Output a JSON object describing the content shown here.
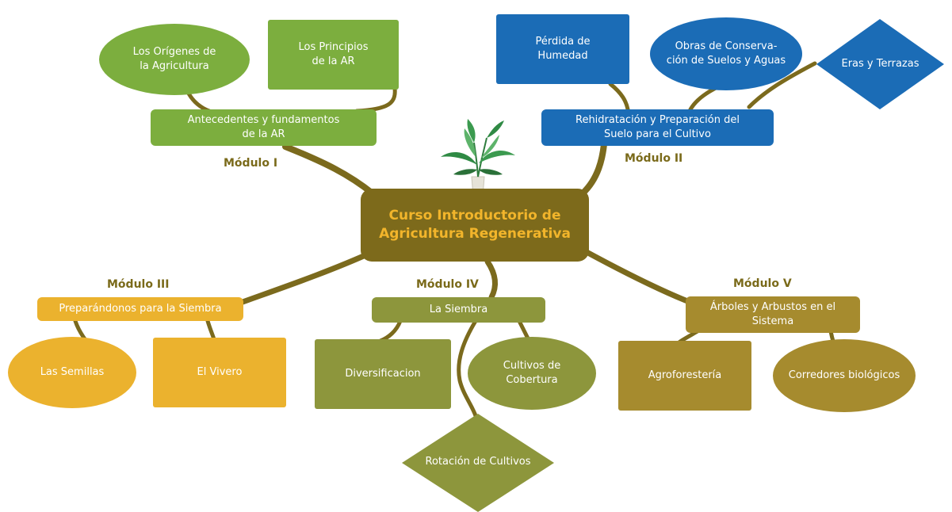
{
  "center": {
    "title": "Curso Introductorio de\nAgricultura Regenerativa"
  },
  "colors": {
    "m1": "#7cae3e",
    "m2": "#1b6cb6",
    "m3": "#ebb22e",
    "m4": "#8d963c",
    "m5": "#a68b2e",
    "connector": "#7b6a1d",
    "module_label": "#7a6a1a",
    "center_bg": "#7d6a1b",
    "center_text": "#f2b52b"
  },
  "modules": [
    {
      "label": "Módulo I",
      "topic": "Antecedentes y fundamentos\nde la AR",
      "children": [
        "Los Orígenes de\nla Agricultura",
        "Los Principios\nde la AR"
      ]
    },
    {
      "label": "Módulo II",
      "topic": "Rehidratación y Preparación del\nSuelo para el Cultivo",
      "children": [
        "Pérdida de\nHumedad",
        "Obras de Conserva-\nción de Suelos y Aguas",
        "Eras y Terrazas"
      ]
    },
    {
      "label": "Módulo III",
      "topic": "Preparándonos para la Siembra",
      "children": [
        "Las Semillas",
        "El Vivero"
      ]
    },
    {
      "label": "Módulo IV",
      "topic": "La Siembra",
      "children": [
        "Diversificacion",
        "Cultivos de\nCobertura",
        "Rotación de Cultivos"
      ]
    },
    {
      "label": "Módulo V",
      "topic": "Árboles y Arbustos en el\nSistema",
      "children": [
        "Agroforestería",
        "Corredores biológicos"
      ]
    }
  ],
  "icon": "potted-plant-icon"
}
